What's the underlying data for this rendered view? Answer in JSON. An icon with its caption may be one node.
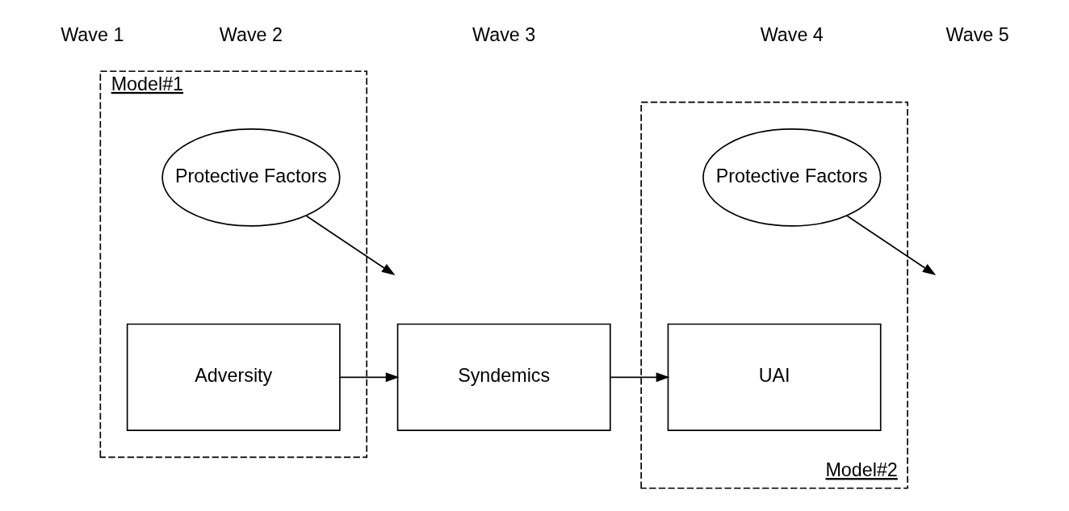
{
  "diagram": {
    "nodes": [
      {
        "text": [
          "Model#1"
        ]
      },
      {
        "text": [
          "Protective Factors"
        ],
        "in": 0
      },
      {
        "text": [
          "Adversity"
        ],
        "in": 0
      },
      {
        "text": [
          "Model#2"
        ]
      },
      {
        "text": [
          "Protective Factors"
        ],
        "in": 3
      },
      {
        "text": [
          "Syndemics"
        ]
      },
      {
        "text": [
          "UAI"
        ],
        "in": 3
      }
    ],
    "edges": [
      {
        "from": 2,
        "to": 5,
        "arrow": "to"
      },
      {
        "from": 5,
        "to": 6,
        "arrow": "to"
      },
      {
        "from": 1,
        "to": null,
        "arrow": "to"
      },
      {
        "from": 4,
        "to": null,
        "arrow": "to"
      }
    ],
    "labels": [
      "Wave 1",
      "Wave 2",
      "Wave 3",
      "Wave 4",
      "Wave 5"
    ]
  }
}
